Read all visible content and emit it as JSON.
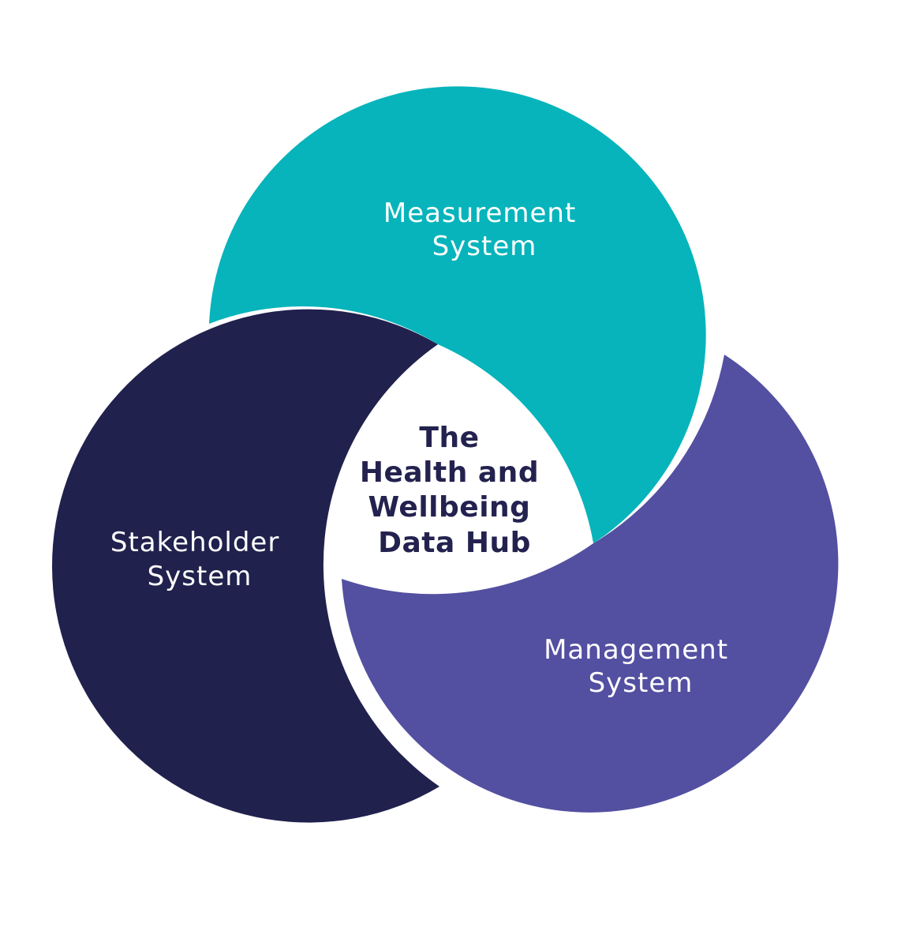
{
  "colors": {
    "background": "#ffffff",
    "measurement": "#07b4bb",
    "stakeholder": "#21214e",
    "management": "#534fa1",
    "center_text": "#23224f",
    "circle_text": "#ffffff"
  },
  "circles": {
    "measurement": {
      "line1": "Measurement",
      "line2": "System"
    },
    "stakeholder": {
      "line1": "Stakeholder",
      "line2": "System"
    },
    "management": {
      "line1": "Management",
      "line2": "System"
    }
  },
  "center": {
    "line1": "The",
    "line2": "Health and",
    "line3": "Wellbeing",
    "line4": "Data Hub"
  }
}
